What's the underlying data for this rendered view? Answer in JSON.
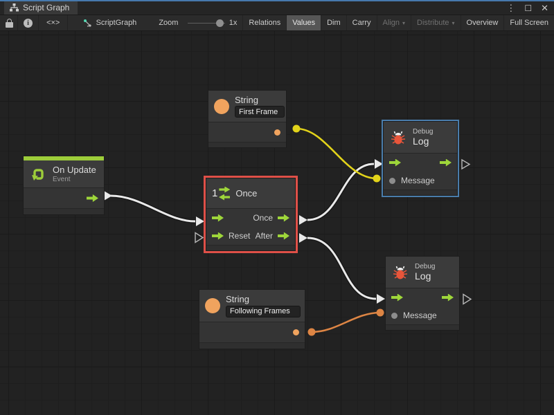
{
  "window": {
    "tab_title": "Script Graph",
    "controls": {
      "menu": "⋮",
      "maximize": "☐",
      "close": "✕"
    }
  },
  "toolbar": {
    "code_toggle": "<×>",
    "graph_name": "ScriptGraph",
    "zoom_label": "Zoom",
    "zoom_value": "1x",
    "dropdown_glyph": "▾",
    "buttons": [
      {
        "label": "Relations",
        "active": false,
        "disabled": false
      },
      {
        "label": "Values",
        "active": true,
        "disabled": false
      },
      {
        "label": "Dim",
        "active": false,
        "disabled": false
      },
      {
        "label": "Carry",
        "active": false,
        "disabled": false
      },
      {
        "label": "Align",
        "active": false,
        "disabled": true,
        "dropdown": true
      },
      {
        "label": "Distribute",
        "active": false,
        "disabled": true,
        "dropdown": true
      },
      {
        "label": "Overview",
        "active": false,
        "disabled": false
      },
      {
        "label": "Full Screen",
        "active": false,
        "disabled": false
      }
    ]
  },
  "nodes": {
    "string_first_frame": {
      "type": "String",
      "value": "First Frame"
    },
    "on_update": {
      "title": "On Update",
      "subtitle": "Event"
    },
    "once": {
      "title": "Once",
      "badge": "1",
      "port_out_1": "Once",
      "port_in_2": "Reset",
      "port_out_2": "After"
    },
    "debug_log_top": {
      "category": "Debug",
      "title": "Log",
      "port_message": "Message"
    },
    "string_following_frames": {
      "type": "String",
      "value": "Following Frames"
    },
    "debug_log_bottom": {
      "category": "Debug",
      "title": "Log",
      "port_message": "Message"
    }
  },
  "colors": {
    "flow_green": "#9ed63a",
    "value_orange": "#f0a35e",
    "bug_red": "#e8553a",
    "selection_red": "#df5048",
    "selection_blue": "#4a7dab",
    "wire_white": "#e9e9e9",
    "wire_yellow": "#e2d31a",
    "wire_orange": "#dd8544",
    "focus_blue": "#4679ad"
  }
}
